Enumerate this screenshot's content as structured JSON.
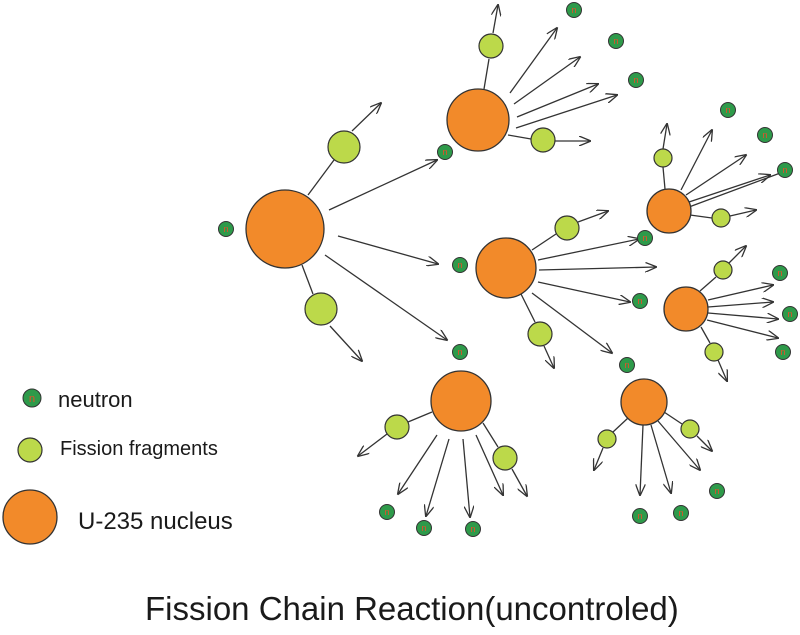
{
  "title": "Fission Chain Reaction(uncontroled)",
  "legend": {
    "neutron": "neutron",
    "fragment": "Fission fragments",
    "nucleus": "U-235 nucleus",
    "neutron_glyph": "n"
  },
  "colors": {
    "nucleus_fill": "#f28a2a",
    "fragment_fill": "#bcd94a",
    "neutron_fill": "#2e9a4a",
    "neutron_letter": "#e0522a",
    "outline": "#333333",
    "arrow": "#333333",
    "text": "#1a1a1a"
  }
}
